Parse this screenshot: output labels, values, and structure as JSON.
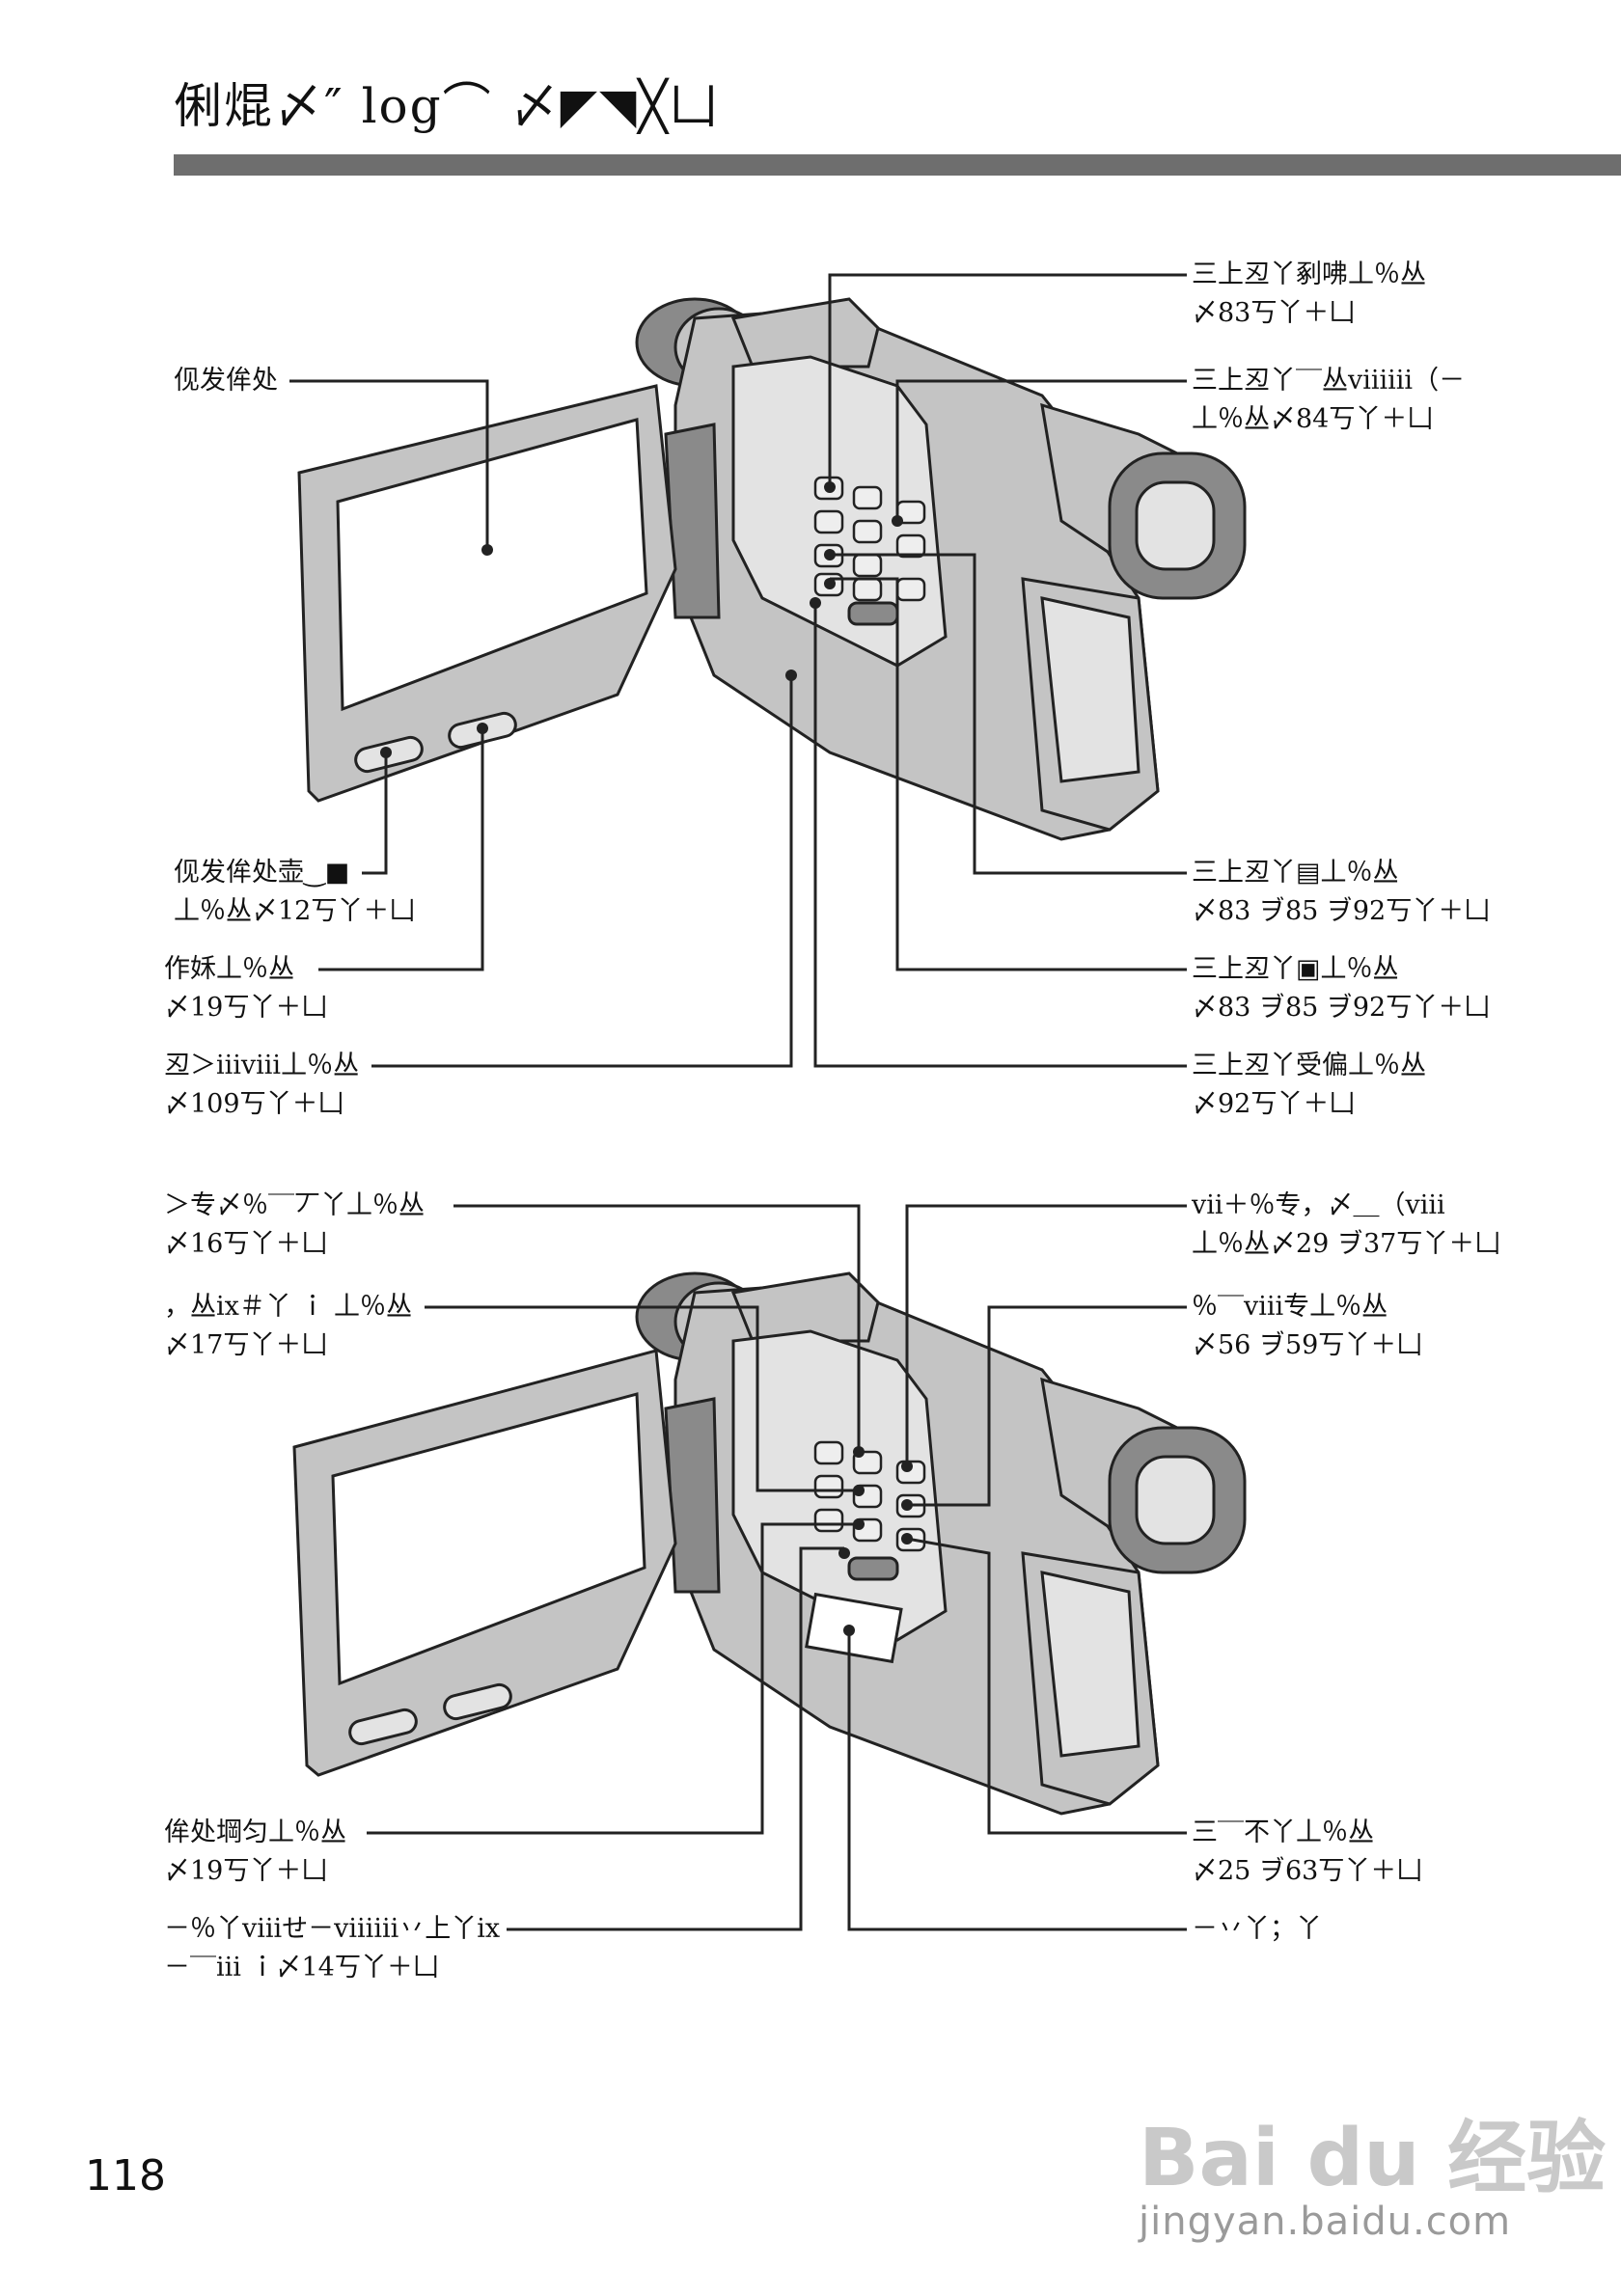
{
  "page": {
    "title": "俐焜〆″ log⌒ 〆◤◥╳凵",
    "number": "118"
  },
  "top_figure": {
    "labels_left": [
      {
        "l1": "伣发侔处",
        "l2": ""
      },
      {
        "l1": "伣发侔处壶‿■",
        "l2": "丄％丛〆12丂丫＋凵"
      },
      {
        "l1": "作姀丄％丛",
        "l2": "〆19丂丫＋凵"
      },
      {
        "l1": "丒＞ⅲⅷ丄％丛",
        "l2": "〆109丂丫＋凵"
      }
    ],
    "labels_right": [
      {
        "l1": "三上丒丫剢咈丄％丛",
        "l2": "〆83丂丫＋凵"
      },
      {
        "l1": "三上丒丫‾‾丛ⅷⅲ（－",
        "l2": "丄％丛〆84丂丫＋凵"
      },
      {
        "l1": "三上丒丫▤丄％丛",
        "l2": "〆83 ヺ85 ヺ92丂丫＋凵"
      },
      {
        "l1": "三上丒丫▣丄％丛",
        "l2": "〆83 ヺ85 ヺ92丂丫＋凵"
      },
      {
        "l1": "三上丒丫受偏丄％丛",
        "l2": "〆92丂丫＋凵"
      }
    ]
  },
  "bottom_figure": {
    "labels_left": [
      {
        "l1": "＞专〆％‾‾丆丫丄％丛",
        "l2": "〆16丂丫＋凵"
      },
      {
        "l1": "，丛ⅸ＃丫 ｉ 丄％丛",
        "l2": "〆17丂丫＋凵"
      },
      {
        "l1": "侔处堈匀丄％丛",
        "l2": "〆19丂丫＋凵"
      },
      {
        "l1": "－％丫ⅷせ－ⅷⅲ丷上丫ⅸ",
        "l2": "－‾‾ⅲ ｉ〆14丂丫＋凵"
      }
    ],
    "labels_right": [
      {
        "l1": "ⅶ＋％专，〆＿（ⅷ",
        "l2": "丄％丛〆29 ヺ37丂丫＋凵"
      },
      {
        "l1": "％‾‾ⅷ专丄％丛",
        "l2": "〆56 ヺ59丂丫＋凵"
      },
      {
        "l1": "三‾‾不丫丄％丛",
        "l2": "〆25 ヺ63丂丫＋凵"
      },
      {
        "l1": "－丷丫；丫",
        "l2": ""
      }
    ]
  },
  "watermark": {
    "logo": "Bai du 经验",
    "url": "jingyan.baidu.com"
  }
}
